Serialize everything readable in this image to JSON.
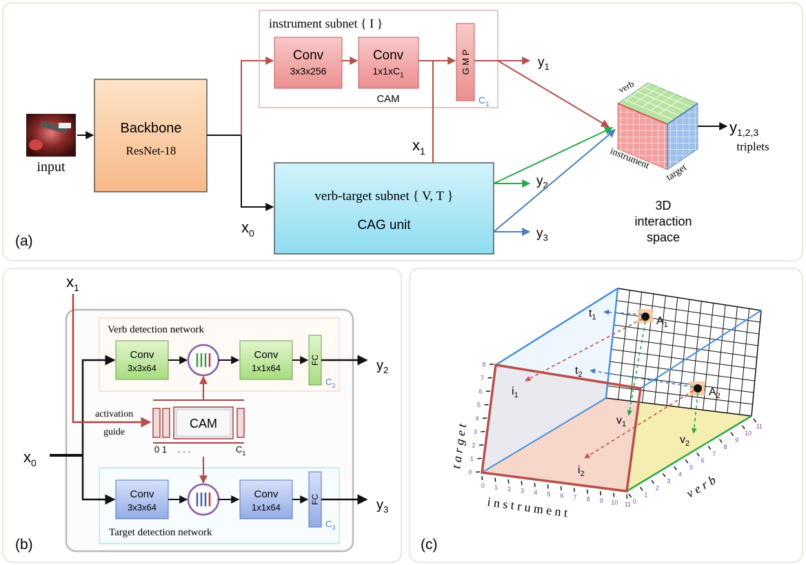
{
  "panel_a": {
    "label": "(a)",
    "input_label": "input",
    "backbone": {
      "title": "Backbone",
      "subtitle": "ResNet-18"
    },
    "instrument_subnet": {
      "title": "instrument subnet { I }",
      "conv1_title": "Conv",
      "conv1_sub": "3x3x256",
      "conv2_title": "Conv",
      "conv2_sub": "1x1xC",
      "conv2_sub_idx": "1",
      "cam_label": "CAM",
      "gmp_label": "G M P",
      "gmp_c": "C",
      "gmp_c_idx": "1"
    },
    "vt_subnet": {
      "title": "verb-target subnet { V, T }",
      "subtitle": "CAG unit"
    },
    "x0": "x",
    "x0_idx": "0",
    "x1": "x",
    "x1_idx": "1",
    "y1": "y",
    "y1_idx": "1",
    "y2": "y",
    "y2_idx": "2",
    "y3": "y",
    "y3_idx": "3",
    "cube_labels": {
      "verb": "verb",
      "instrument": "instrument",
      "target": "target"
    },
    "y123": "y",
    "y123_idx": "1,2,3",
    "triplets": "triplets",
    "space_lines": [
      "3D",
      "interaction",
      "space"
    ]
  },
  "panel_b": {
    "label": "(b)",
    "x1": "x",
    "x1_idx": "1",
    "x0": "x",
    "x0_idx": "0",
    "verb_net_title": "Verb detection network",
    "target_net_title": "Target detection network",
    "verb_conv1_title": "Conv",
    "verb_conv1_sub": "3x3x64",
    "verb_conv2_title": "Conv",
    "verb_conv2_sub": "1x1x64",
    "target_conv1_title": "Conv",
    "target_conv1_sub": "3x3x64",
    "target_conv2_title": "Conv",
    "target_conv2_sub": "1x1x64",
    "fc_label": "FC",
    "c2": "C",
    "c2_idx": "2",
    "c3": "C",
    "c3_idx": "3",
    "activation_lines": [
      "activation",
      "guide"
    ],
    "cam_label": "CAM",
    "cam_axis_start": "0 1",
    "cam_axis_dots": ".   .   .",
    "cam_axis_end": "C",
    "cam_axis_end_idx": "1",
    "y2": "y",
    "y2_idx": "2",
    "y3": "y",
    "y3_idx": "3"
  },
  "panel_c": {
    "label": "(c)",
    "t1": "t",
    "t1_idx": "1",
    "t2": "t",
    "t2_idx": "2",
    "A1": "A",
    "A1_idx": "1",
    "A2": "A",
    "A2_idx": "2",
    "i1": "i",
    "i1_idx": "1",
    "i2": "i",
    "i2_idx": "2",
    "v1": "v",
    "v1_idx": "1",
    "v2": "v",
    "v2_idx": "2",
    "axis_target": "t a r g e t",
    "axis_instrument": "i n s t r u m e n t",
    "axis_verb": "v e r b",
    "instrument_ticks": [
      "0",
      "1",
      "2",
      "3",
      "4",
      "5",
      "6",
      "7",
      "8",
      "9",
      "10",
      "11"
    ],
    "verb_ticks": [
      "0",
      "1",
      "2",
      "3",
      "4",
      "5",
      "6",
      "7",
      "8",
      "9",
      "10",
      "11"
    ],
    "target_ticks": [
      "0",
      "1",
      "2",
      "3",
      "4",
      "5",
      "6",
      "7",
      "8"
    ]
  },
  "colors": {
    "red_arrow": "#b5504a",
    "green_arrow": "#2aa84a",
    "blue_arrow": "#4a7fb8",
    "backbone_fill": "#f9c79b",
    "vt_fill": "#aee6f5",
    "conv_red": "#f1a3a3",
    "conv_green": "#bde79a",
    "conv_blue": "#a9bfee"
  }
}
